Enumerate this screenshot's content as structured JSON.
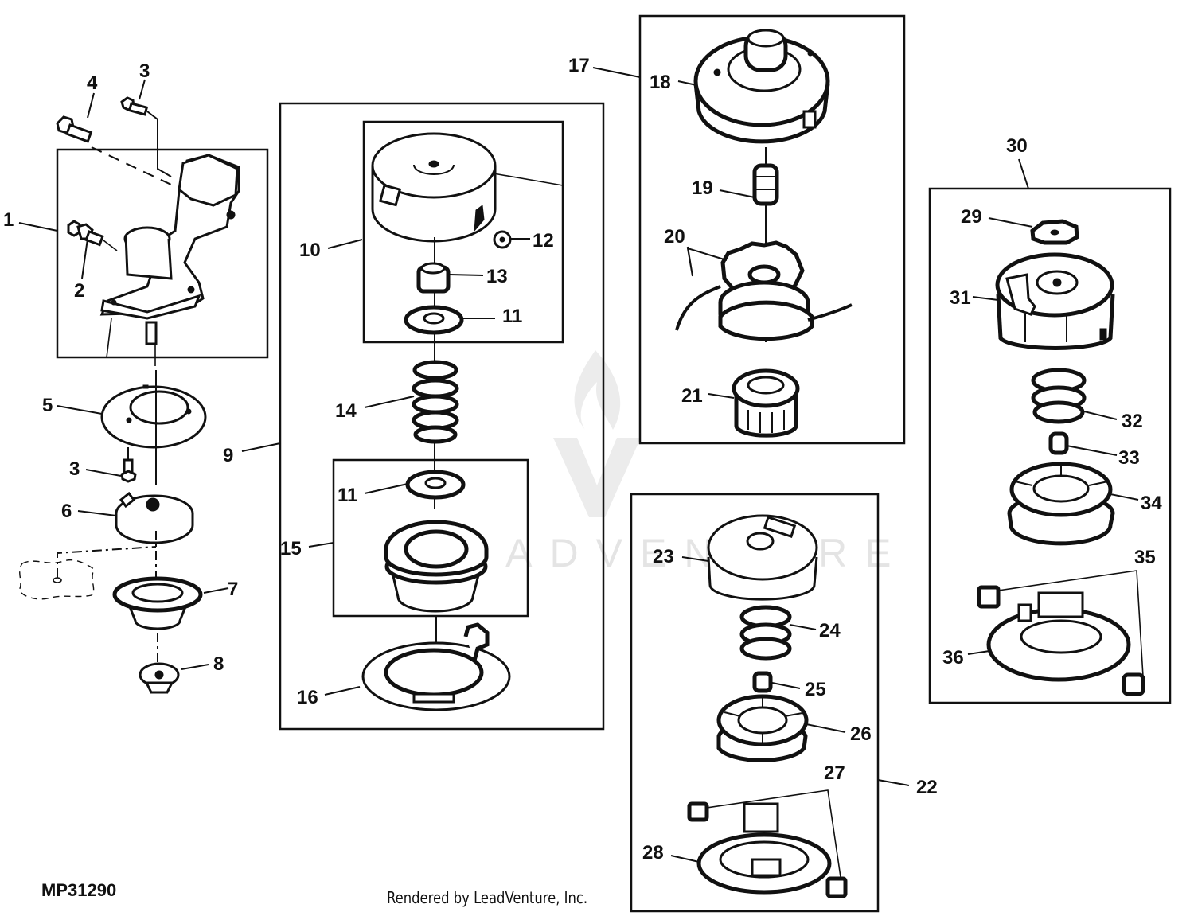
{
  "figure_id": "MP31290",
  "credit": "Rendered by LeadVenture, Inc.",
  "watermark": "LEADVENTURE",
  "callouts": [
    {
      "id": "c1",
      "text": "1"
    },
    {
      "id": "c2",
      "text": "2"
    },
    {
      "id": "c3a",
      "text": "3"
    },
    {
      "id": "c4",
      "text": "4"
    },
    {
      "id": "c5",
      "text": "5"
    },
    {
      "id": "c3b",
      "text": "3"
    },
    {
      "id": "c6",
      "text": "6"
    },
    {
      "id": "c7",
      "text": "7"
    },
    {
      "id": "c8",
      "text": "8"
    },
    {
      "id": "c9",
      "text": "9"
    },
    {
      "id": "c10",
      "text": "10"
    },
    {
      "id": "c11a",
      "text": "11"
    },
    {
      "id": "c12",
      "text": "12"
    },
    {
      "id": "c13",
      "text": "13"
    },
    {
      "id": "c14",
      "text": "14"
    },
    {
      "id": "c11b",
      "text": "11"
    },
    {
      "id": "c15",
      "text": "15"
    },
    {
      "id": "c16",
      "text": "16"
    },
    {
      "id": "c17",
      "text": "17"
    },
    {
      "id": "c18",
      "text": "18"
    },
    {
      "id": "c19",
      "text": "19"
    },
    {
      "id": "c20",
      "text": "20"
    },
    {
      "id": "c21",
      "text": "21"
    },
    {
      "id": "c22",
      "text": "22"
    },
    {
      "id": "c23",
      "text": "23"
    },
    {
      "id": "c24",
      "text": "24"
    },
    {
      "id": "c25",
      "text": "25"
    },
    {
      "id": "c26",
      "text": "26"
    },
    {
      "id": "c27",
      "text": "27"
    },
    {
      "id": "c28",
      "text": "28"
    },
    {
      "id": "c29",
      "text": "29"
    },
    {
      "id": "c30",
      "text": "30"
    },
    {
      "id": "c31",
      "text": "31"
    },
    {
      "id": "c32",
      "text": "32"
    },
    {
      "id": "c33",
      "text": "33"
    },
    {
      "id": "c34",
      "text": "34"
    },
    {
      "id": "c35",
      "text": "35"
    },
    {
      "id": "c36",
      "text": "36"
    }
  ]
}
